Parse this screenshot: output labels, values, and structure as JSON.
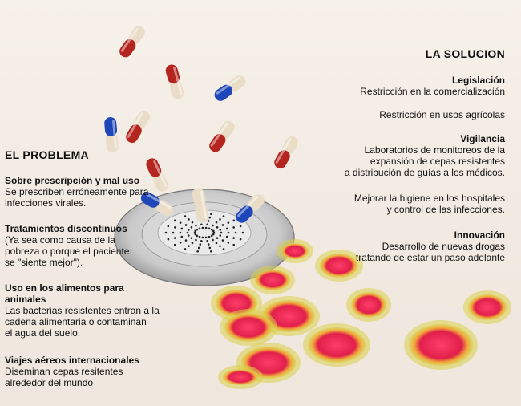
{
  "problema": {
    "title": "EL PROBLEMA",
    "items": [
      {
        "heading": "Sobre prescripción y mal uso",
        "lines": [
          "Se prescriben erróneamente para",
          "infecciones virales."
        ]
      },
      {
        "heading": "Tratamientos discontinuos",
        "lines": [
          "(Ya sea como causa de la",
          "pobreza o porque el paciente",
          "se \"siente mejor\")."
        ]
      },
      {
        "heading": "Uso en los alimentos para animales",
        "heading_lines": [
          "Uso en los alimentos para",
          "animales"
        ],
        "lines": [
          "Las bacterias resistentes entran a la",
          "cadena alimentaria o contaminan",
          "el agua del suelo."
        ]
      },
      {
        "heading": "Viajes aéreos internacionales",
        "lines": [
          "Diseminan cepas resitentes",
          "alrededor del mundo"
        ]
      }
    ]
  },
  "solucion": {
    "title": "LA SOLUCION",
    "sections": [
      {
        "heading": "Legislación",
        "lines": [
          "Restricción en la comercialización"
        ]
      },
      {
        "heading": "",
        "lines": [
          "Restricción en usos agrícolas"
        ]
      },
      {
        "heading": "Vigilancia",
        "lines": [
          "Laboratorios de monitoreos de la",
          "expansión de cepas resistentes",
          "a distribución de guías a los médicos."
        ]
      },
      {
        "heading": "",
        "lines": [
          "Mejorar la higiene en los hospitales",
          "y control de las infecciones."
        ]
      },
      {
        "heading": "Innovación",
        "lines": [
          "Desarrollo de nuevas drogas",
          "tratando de estar un paso adelante"
        ]
      }
    ]
  },
  "colors": {
    "pill_red": "#b5251f",
    "pill_blue": "#1f46b8",
    "pill_cream": "#e9ddc8",
    "bacteria_pink": "#e0204a",
    "bacteria_halo": "#d9d04a"
  }
}
